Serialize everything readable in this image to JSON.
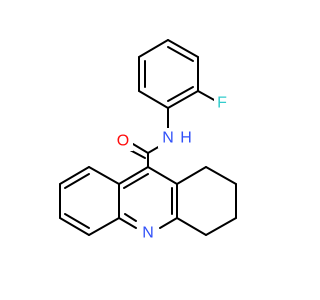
{
  "molecule": {
    "atoms": {
      "fluorine": {
        "symbol": "F",
        "color": "#33CCCC"
      },
      "amide_nitrogen": {
        "symbol": "N",
        "color": "#3050F8"
      },
      "amide_hydrogen": {
        "symbol": "H",
        "color": "#3050F8"
      },
      "carbonyl_oxygen": {
        "symbol": "O",
        "color": "#FF0D0D"
      },
      "ring_nitrogen": {
        "symbol": "N",
        "color": "#3050F8"
      }
    },
    "bond_color": "#000000"
  }
}
